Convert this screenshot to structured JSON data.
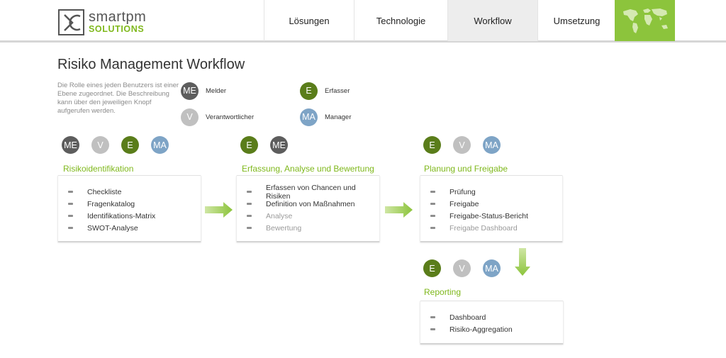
{
  "brand": {
    "line1": "smartpm",
    "line2": "SOLUTIONS"
  },
  "nav": [
    {
      "label": "Lösungen",
      "active": false
    },
    {
      "label": "Technologie",
      "active": false
    },
    {
      "label": "Workflow",
      "active": true
    },
    {
      "label": "Umsetzung",
      "active": false
    }
  ],
  "page": {
    "title": "Risiko Management Workflow",
    "description": "Die Rolle eines jeden Benutzers ist einer Ebene zugeordnet. Die Beschreibung kann über den jeweiligen Knopf aufgerufen werden."
  },
  "legend": {
    "me": {
      "abbr": "ME",
      "label": "Melder"
    },
    "e": {
      "abbr": "E",
      "label": "Erfasser"
    },
    "v": {
      "abbr": "V",
      "label": "Verantwortlicher"
    },
    "ma": {
      "abbr": "MA",
      "label": "Manager"
    }
  },
  "stages": [
    {
      "title": "Risikoidentifikation",
      "roles": [
        "ME",
        "V",
        "E",
        "MA"
      ],
      "items": [
        {
          "label": "Checkliste",
          "muted": false
        },
        {
          "label": "Fragenkatalog",
          "muted": false
        },
        {
          "label": "Identifikations-Matrix",
          "muted": false
        },
        {
          "label": "SWOT-Analyse",
          "muted": false
        }
      ]
    },
    {
      "title": "Erfassung, Analyse und Bewertung",
      "roles": [
        "E",
        "ME"
      ],
      "items": [
        {
          "label": "Erfassen von Chancen und Risiken",
          "muted": false
        },
        {
          "label": "Definition von Maßnahmen",
          "muted": false
        },
        {
          "label": "Analyse",
          "muted": true
        },
        {
          "label": "Bewertung",
          "muted": true
        }
      ]
    },
    {
      "title": "Planung und Freigabe",
      "roles": [
        "E",
        "V",
        "MA"
      ],
      "items": [
        {
          "label": "Prüfung",
          "muted": false
        },
        {
          "label": "Freigabe",
          "muted": false
        },
        {
          "label": "Freigabe-Status-Bericht",
          "muted": false
        },
        {
          "label": "Freigabe Dashboard",
          "muted": true
        }
      ]
    },
    {
      "title": "Reporting",
      "roles": [
        "E",
        "V",
        "MA"
      ],
      "items": [
        {
          "label": "Dashboard",
          "muted": false
        },
        {
          "label": "Risiko-Aggregation",
          "muted": false
        }
      ]
    }
  ],
  "colors": {
    "accent_green": "#7fb81c",
    "role_me": "#5d5d5d",
    "role_v": "#c0c0c0",
    "role_e": "#5a7d1a",
    "role_ma": "#7ea4c6",
    "map_tile": "#8cc43c"
  },
  "icons": {
    "logo": "smartpm-logo-icon",
    "map": "world-map-icon",
    "arrow_right": "arrow-right-icon",
    "arrow_down": "arrow-down-icon",
    "bullet": "dash-bullet-icon"
  }
}
